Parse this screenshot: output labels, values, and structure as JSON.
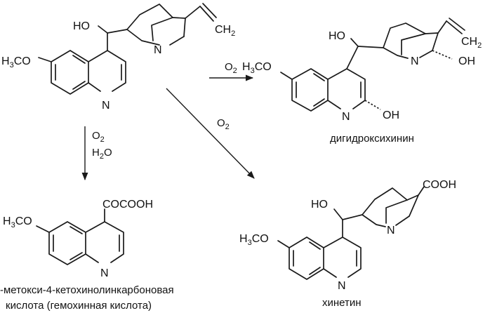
{
  "atoms": {
    "oh": "HO",
    "oh_right": "OH",
    "n": "N",
    "h3co_h": "H",
    "h3co_3": "3",
    "h3co_co": "CO",
    "ch": "CH",
    "ch_2": "2",
    "o2_o": "O",
    "o2_2": "2",
    "h2o_h": "H",
    "h2o_2": "2",
    "h2o_o": "O",
    "cocooh": "COCOOH",
    "cooh": "COOH"
  },
  "names": {
    "dihydroxyquinine": "дигидроксихинин",
    "hemoquinic_line1": "-метокси-4-кетохинолинкарбоновая",
    "hemoquinic_line2": "кислота (гемохинная кислота)",
    "quinetine": "хинетин"
  }
}
